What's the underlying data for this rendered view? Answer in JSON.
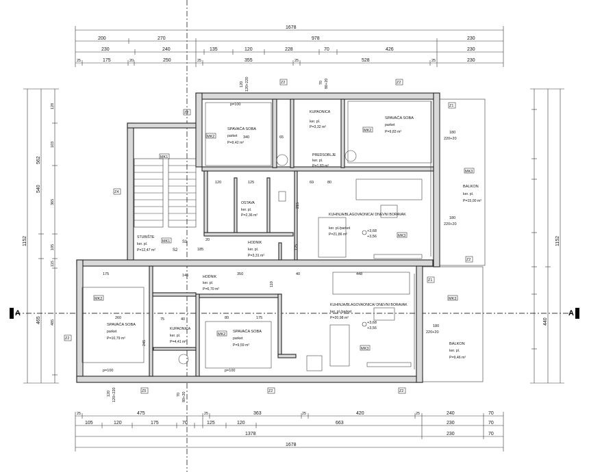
{
  "dimensions": {
    "top_row1": [
      "1678"
    ],
    "top_row2": [
      "200",
      "270",
      "978",
      "230"
    ],
    "top_row3": [
      "230",
      "240",
      "135",
      "120",
      "228",
      "70",
      "426",
      "230"
    ],
    "top_row4": [
      "25",
      "175",
      "20",
      "250",
      "25",
      "355",
      "25",
      "528",
      "25",
      "230"
    ],
    "bottom_row1": [
      "25",
      "475",
      "25",
      "363",
      "25",
      "420",
      "25",
      "240",
      "70"
    ],
    "bottom_row2": [
      "105",
      "120",
      "175",
      "70",
      "125",
      "120",
      "663",
      "230",
      "70"
    ],
    "bottom_row3": [
      "1378",
      "230",
      "70"
    ],
    "bottom_row4": [
      "1678"
    ],
    "left_outer": [
      "1152"
    ],
    "left_mid": [
      "562",
      "540",
      "465"
    ],
    "left_inner": [
      "128",
      "103",
      "365",
      "105",
      "115",
      "485"
    ],
    "right_outer": [
      "1152"
    ],
    "right_mid": [
      "440"
    ]
  },
  "section_marks": {
    "left": "A",
    "right": "A"
  },
  "stair_labels": {
    "s1": "S1",
    "s2": "S2"
  },
  "level_mark": {
    "upper": "+3,68",
    "lower": "+3,56"
  },
  "rooms": [
    {
      "name": "SPAVAĆA SOBA",
      "floor": "parket",
      "area": "P=9,42 m²"
    },
    {
      "name": "KUPAONICA",
      "floor": "ker. pl.",
      "area": "P=3,32 m²"
    },
    {
      "name": "SPAVAĆA SOBA",
      "floor": "parket",
      "area": "P=9,83 m²"
    },
    {
      "name": "PREDSOBLJE",
      "floor": "ker. pl.",
      "area": "P=1,83 m²"
    },
    {
      "name": "BALKON",
      "floor": "ker. pl.",
      "area": "P=15,00 m²"
    },
    {
      "name": "OSTAVA",
      "floor": "ker. pl.",
      "area": "P=2,36 m²"
    },
    {
      "name": "KUHINJA/BLAGOVAONICA/ DNEVNI BORAVAK",
      "floor": "ker. pl./parket",
      "area": "P=21,86 m²"
    },
    {
      "name": "STUBIŠTE",
      "floor": "ker. pl.",
      "area": "P=12,47 m²"
    },
    {
      "name": "HODNIK",
      "floor": "ker. pl.",
      "area": "P=3,31 m²"
    },
    {
      "name": "HODNIK",
      "floor": "ker. pl.",
      "area": "P=6,70 m²"
    },
    {
      "name": "SPAVAĆA SOBA",
      "floor": "parket",
      "area": "P=10,79 m²"
    },
    {
      "name": "KUPAONICA",
      "floor": "ker. pl.",
      "area": "P=4,41 m²"
    },
    {
      "name": "SPAVAĆA SOBA",
      "floor": "parket",
      "area": "P=9,59 m²"
    },
    {
      "name": "KUHINJA/BLAGOVAONICA/ DNEVNI BORAVAK",
      "floor": "ker. pl./parket",
      "area": "P=20,98 m²"
    },
    {
      "name": "BALKON",
      "floor": "ker. pl.",
      "area": "P=9,46 m²"
    }
  ],
  "inner_dims": [
    "340",
    "120",
    "125",
    "65",
    "215",
    "350",
    "40",
    "448",
    "175",
    "260",
    "245",
    "75",
    "40",
    "175",
    "80",
    "146",
    "185",
    "20",
    "80",
    "110",
    "125",
    "69"
  ],
  "openings": [
    "180",
    "220+20",
    "180",
    "220+20",
    "180",
    "220+20",
    "120",
    "120+220",
    "70",
    "80+20",
    "120",
    "120+220",
    "70",
    "80+20"
  ],
  "sill": "p=100",
  "window_tags": [
    "Z2",
    "Z1",
    "Z3",
    "Z4",
    "Z5",
    "MK1",
    "MK2",
    "MK3"
  ]
}
